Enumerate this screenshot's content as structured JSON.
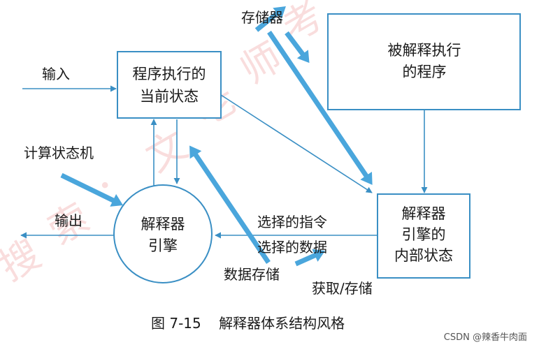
{
  "colors": {
    "line": "#3a8fc4",
    "thick_arrow": "#4aa6dc",
    "text": "#1a1a1a",
    "watermark_red": "#e24a4a"
  },
  "nodes": {
    "program_state": [
      "程序执行的",
      "当前状态"
    ],
    "interpreted_program": [
      "被解释执行",
      "的程序"
    ],
    "engine": [
      "解释器",
      "引擎"
    ],
    "engine_internal_state": [
      "解释器",
      "引擎的",
      "内部状态"
    ]
  },
  "labels": {
    "storage": "存储器",
    "input": "输入",
    "state_machine": "计算状态机",
    "output": "输出",
    "selected_instruction": "选择的指令",
    "selected_data": "选择的数据",
    "data_storage": "数据存储",
    "fetch_store": "获取/存储"
  },
  "caption": "图 7-15    解释器体系结构风格",
  "watermark": "CSDN @辣香牛肉面",
  "background_watermark": [
    "搜",
    "索",
    "：",
    "文",
    "老",
    "师",
    "考"
  ]
}
